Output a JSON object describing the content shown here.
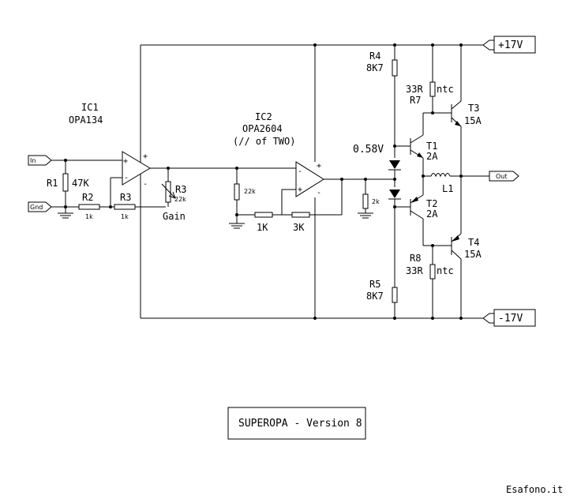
{
  "ports": {
    "in": "In",
    "gnd": "Gnd",
    "out": "Out",
    "vpos": "+17V",
    "vneg": "-17V"
  },
  "ic1": {
    "name": "IC1",
    "part": "OPA134"
  },
  "ic2": {
    "name": "IC2",
    "part": "OPA2604",
    "note": "(// of TWO)"
  },
  "opamp_signs": {
    "plus": "+",
    "minus": "-"
  },
  "resistors": {
    "r1": {
      "name": "R1",
      "value": "47K"
    },
    "r2": {
      "name": "R2",
      "value": "1k"
    },
    "r3": {
      "name": "R3",
      "value": "1k"
    },
    "r3pot": {
      "name": "R3",
      "value": "22k",
      "label": "Gain"
    },
    "rfb1": {
      "value": "22k"
    },
    "rfb2": {
      "value": "1K"
    },
    "rfb3": {
      "value": "3K"
    },
    "rload": {
      "value": "2k"
    },
    "r4": {
      "name": "R4",
      "value": "8K7"
    },
    "r5": {
      "name": "R5",
      "value": "8K7"
    },
    "r7": {
      "name": "R7",
      "value": "33R",
      "ntc": "ntc"
    },
    "r8": {
      "name": "R8",
      "value": "33R",
      "ntc": "ntc"
    }
  },
  "bias_voltage": "0.58V",
  "transistors": {
    "t1": {
      "name": "T1",
      "rating": "2A"
    },
    "t2": {
      "name": "T2",
      "rating": "2A"
    },
    "t3": {
      "name": "T3",
      "rating": "15A"
    },
    "t4": {
      "name": "T4",
      "rating": "15A"
    }
  },
  "inductor": {
    "name": "L1"
  },
  "title_box": {
    "text": "SUPEROPA - Version 8"
  },
  "credit": "Esafono.it"
}
